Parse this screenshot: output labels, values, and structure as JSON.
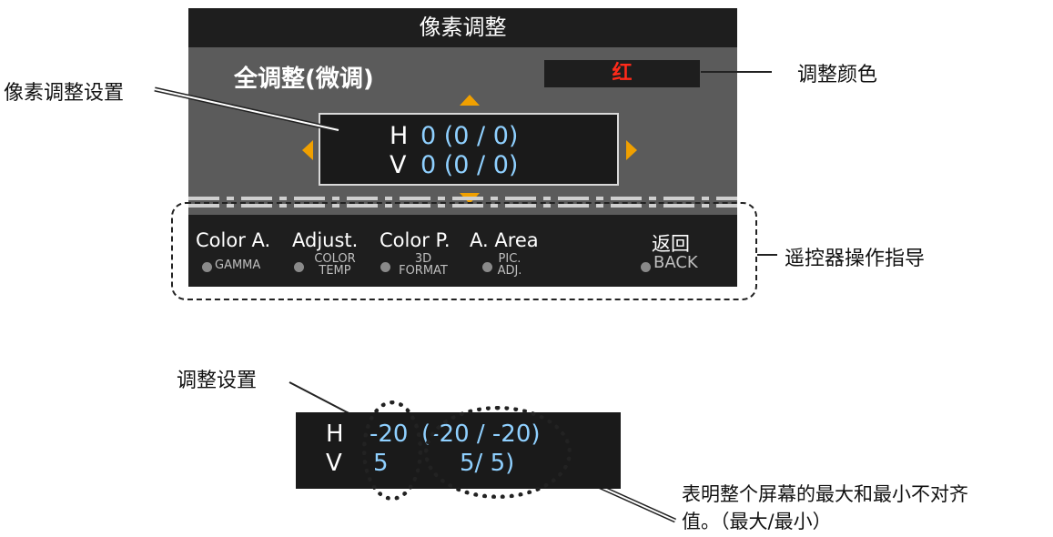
{
  "osd": {
    "title": "像素调整",
    "mode_label": "全调整(微调)",
    "color_value": "红",
    "h_axis": "H",
    "h_value": "0 (0 / 0)",
    "v_axis": "V",
    "v_value": "0 (0 / 0)"
  },
  "guide": {
    "items": [
      {
        "label": "Color A.",
        "sub1": "GAMMA",
        "sub2": ""
      },
      {
        "label": "Adjust.",
        "sub1": "COLOR",
        "sub2": "TEMP"
      },
      {
        "label": "Color P.",
        "sub1": "3D",
        "sub2": "FORMAT"
      },
      {
        "label": "A. Area",
        "sub1": "PIC.",
        "sub2": "ADJ."
      },
      {
        "label": "返回",
        "sub1": "BACK",
        "sub2": ""
      }
    ]
  },
  "callouts": {
    "pixel_adjust_setting": "像素调整设置",
    "adjust_color": "调整颜色",
    "remote_guide": "遥控器操作指导",
    "adjust_setting": "调整设置",
    "range_note_line1": "表明整个屏幕的最大和最小不对齐",
    "range_note_line2": "值。（最大/最小）"
  },
  "example": {
    "h_axis": "H",
    "h_setting": "-20",
    "h_range": "(-20 /  -20)",
    "v_axis": "V",
    "v_setting": "5",
    "v_range": "5/    5)"
  },
  "colors": {
    "osd_bg": "#5b5b5b",
    "osd_dark": "#1e1e1e",
    "value_text": "#8fd0ff",
    "red_text": "#ff2a1a",
    "arrow": "#f0a000"
  }
}
